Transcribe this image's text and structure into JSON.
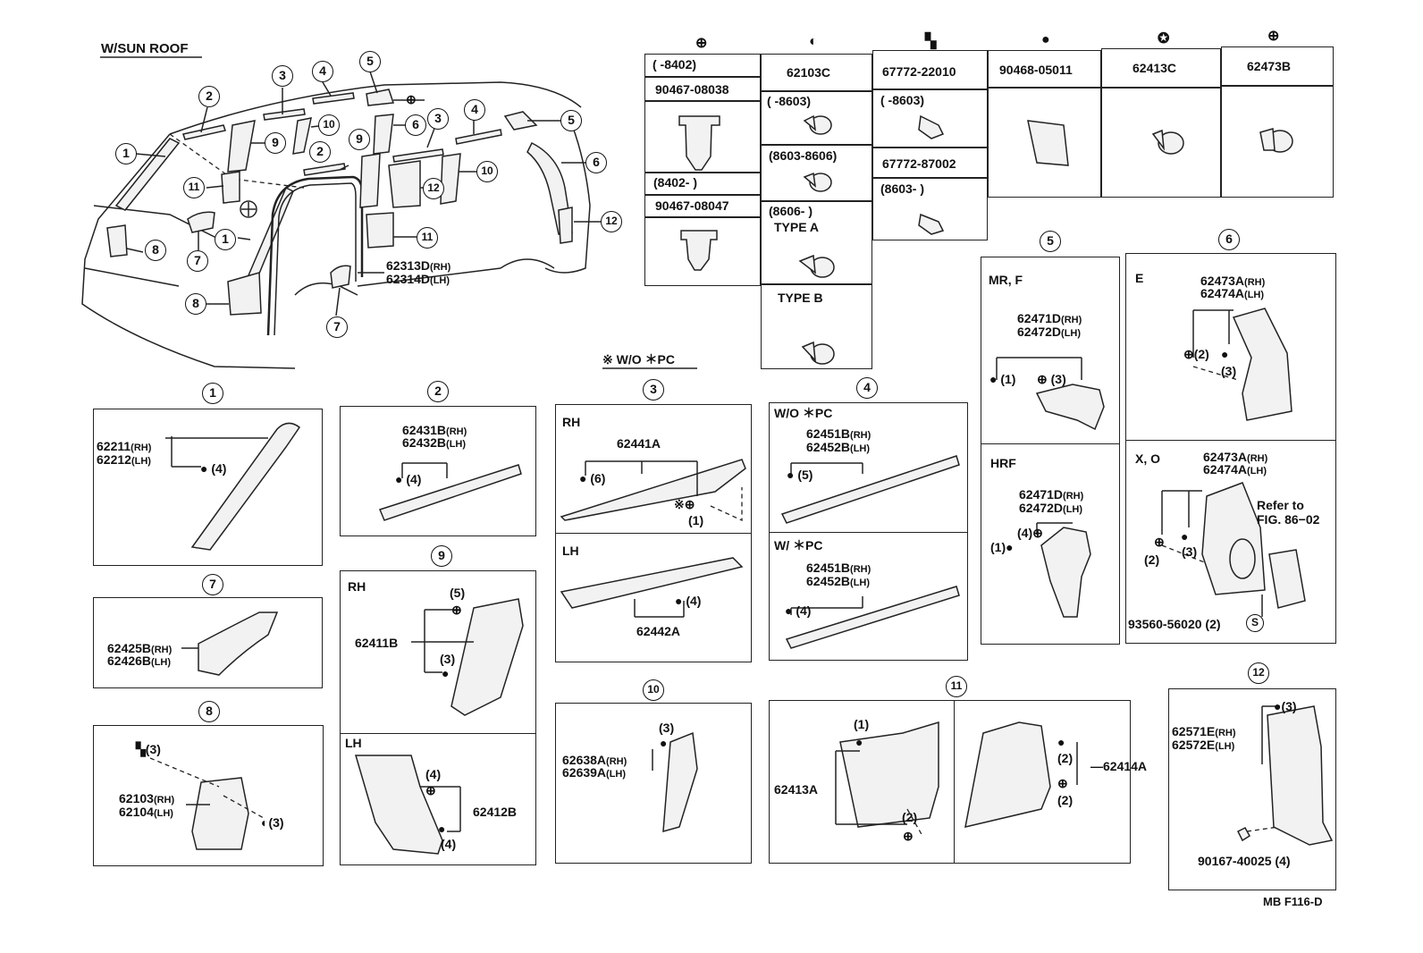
{
  "header": {
    "title": "W/SUN ROOF",
    "footer_code": "MB F116-D"
  },
  "fastener_table": {
    "symbols": [
      "⊕",
      "◐",
      "▚",
      "●",
      "✪",
      "⊕"
    ],
    "col1": {
      "r1": "(      -8402)",
      "r2": "90467-08038",
      "r3": "(8402-       )",
      "r4": "90467-08047"
    },
    "col2": {
      "part": "62103C",
      "r1": "(      -8603)",
      "r2": "(8603-8606)",
      "r3": "(8606-        )",
      "r3b": "TYPE A",
      "r4": "TYPE B"
    },
    "col3": {
      "part": "67772-22010",
      "r1": "(      -8603)",
      "r2": "67772-87002",
      "r3": "(8603-        )"
    },
    "col4": {
      "part": "90468-05011"
    },
    "col5": {
      "part": "62413C"
    },
    "col6": {
      "part": "62473B"
    }
  },
  "overview": {
    "callouts": [
      "1",
      "2",
      "3",
      "4",
      "5",
      "6",
      "7",
      "8",
      "9",
      "10",
      "11",
      "12"
    ],
    "door_part_rh": "62313D",
    "door_part_lh": "62314D",
    "rh": "(RH)",
    "lh": "(LH)"
  },
  "note_wo_pc": "※ W/O ＊PC",
  "panels": {
    "p1": {
      "num": "1",
      "rh": "62211",
      "lh": "62212",
      "qty": "(4)"
    },
    "p2": {
      "num": "2",
      "rh": "62431B",
      "lh": "62432B",
      "qty": "(4)"
    },
    "p3": {
      "num": "3",
      "rh_label": "RH",
      "lh_label": "LH",
      "rh_part": "62441A",
      "lh_part": "62442A",
      "qty_rh": "(6)",
      "qty_rh2": "(1)",
      "qty_lh": "(4)",
      "mark": "※"
    },
    "p4": {
      "num": "4",
      "top_label": "W/O ＊PC",
      "bot_label": "W/ ＊PC",
      "rh": "62451B",
      "lh": "62452B",
      "qty_top": "(5)",
      "qty_bot": "(4)"
    },
    "p5": {
      "num": "5",
      "label_top": "MR, F",
      "label_bot": "HRF",
      "rh": "62471D",
      "lh": "62472D",
      "q1": "(1)",
      "q3": "(3)",
      "q4": "(4)",
      "q1b": "(1)"
    },
    "p6": {
      "num": "6",
      "label_top": "E",
      "label_bot": "X, O",
      "rh": "62473A",
      "lh": "62474A",
      "q2": "(2)",
      "q3": "(3)",
      "refer1": "Refer to",
      "refer2": "FIG. 86−02",
      "screw": "93560-56020",
      "screw_qty": "(2)",
      "s": "S"
    },
    "p7": {
      "num": "7",
      "rh": "62425B",
      "lh": "62426B"
    },
    "p8": {
      "num": "8",
      "rh": "62103",
      "lh": "62104",
      "q3a": "(3)",
      "q3b": "(3)"
    },
    "p9": {
      "num": "9",
      "rh_label": "RH",
      "lh_label": "LH",
      "rh_part": "62411B",
      "lh_part": "62412B",
      "q5": "(5)",
      "q3": "(3)",
      "q4a": "(4)",
      "q4b": "(4)"
    },
    "p10": {
      "num": "10",
      "rh": "62638A",
      "lh": "62639A",
      "q3": "(3)"
    },
    "p11": {
      "num": "11",
      "left_part": "62413A",
      "right_part": "62414A",
      "q1": "(1)",
      "q2a": "(2)",
      "q2b": "(2)",
      "q2c": "(2)"
    },
    "p12": {
      "num": "12",
      "rh": "62571E",
      "lh": "62572E",
      "q3": "(3)",
      "bolt": "90167-40025",
      "bolt_qty": "(4)"
    }
  }
}
